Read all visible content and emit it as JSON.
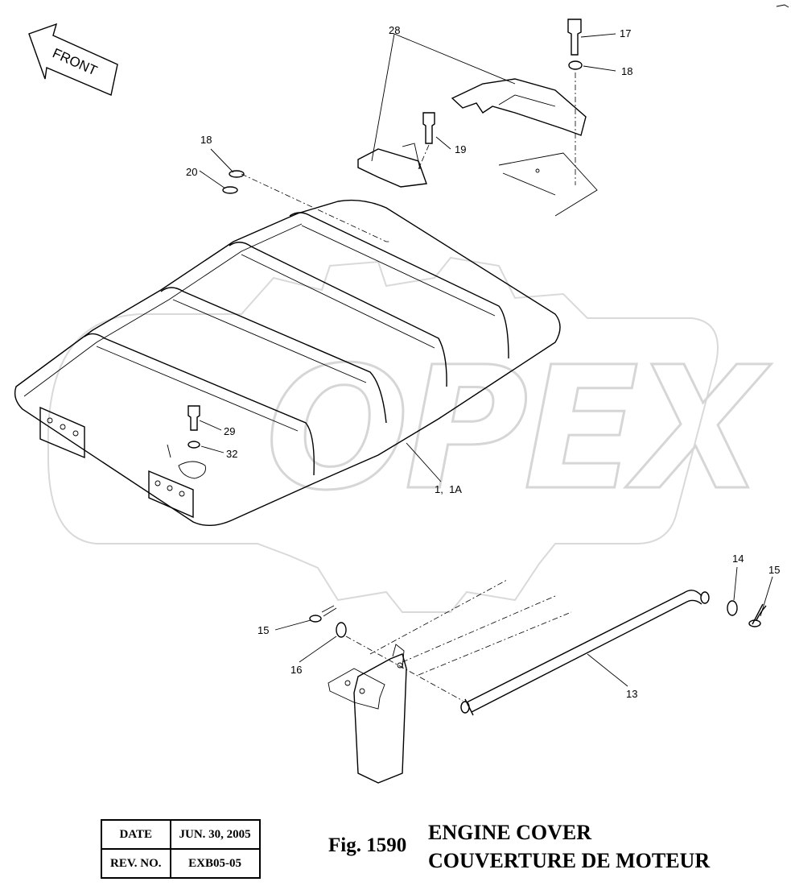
{
  "orientation": {
    "front_label": "FRONT"
  },
  "watermark": {
    "text": "OPEX"
  },
  "callouts": [
    {
      "id": "28",
      "label": "28"
    },
    {
      "id": "17",
      "label": "17"
    },
    {
      "id": "18a",
      "label": "18"
    },
    {
      "id": "19",
      "label": "19"
    },
    {
      "id": "18b",
      "label": "18"
    },
    {
      "id": "20",
      "label": "20"
    },
    {
      "id": "29",
      "label": "29"
    },
    {
      "id": "32",
      "label": "32"
    },
    {
      "id": "1",
      "label": "1,  1A"
    },
    {
      "id": "14",
      "label": "14"
    },
    {
      "id": "15a",
      "label": "15"
    },
    {
      "id": "15b",
      "label": "15"
    },
    {
      "id": "16",
      "label": "16"
    },
    {
      "id": "13",
      "label": "13"
    }
  ],
  "title_block": {
    "date_label": "DATE",
    "date_value": "JUN. 30, 2005",
    "rev_label": "REV. NO.",
    "rev_value": "EXB05-05"
  },
  "figure": {
    "number": "Fig. 1590",
    "title_en": "ENGINE COVER",
    "title_fr": "COUVERTURE DE MOTEUR"
  }
}
